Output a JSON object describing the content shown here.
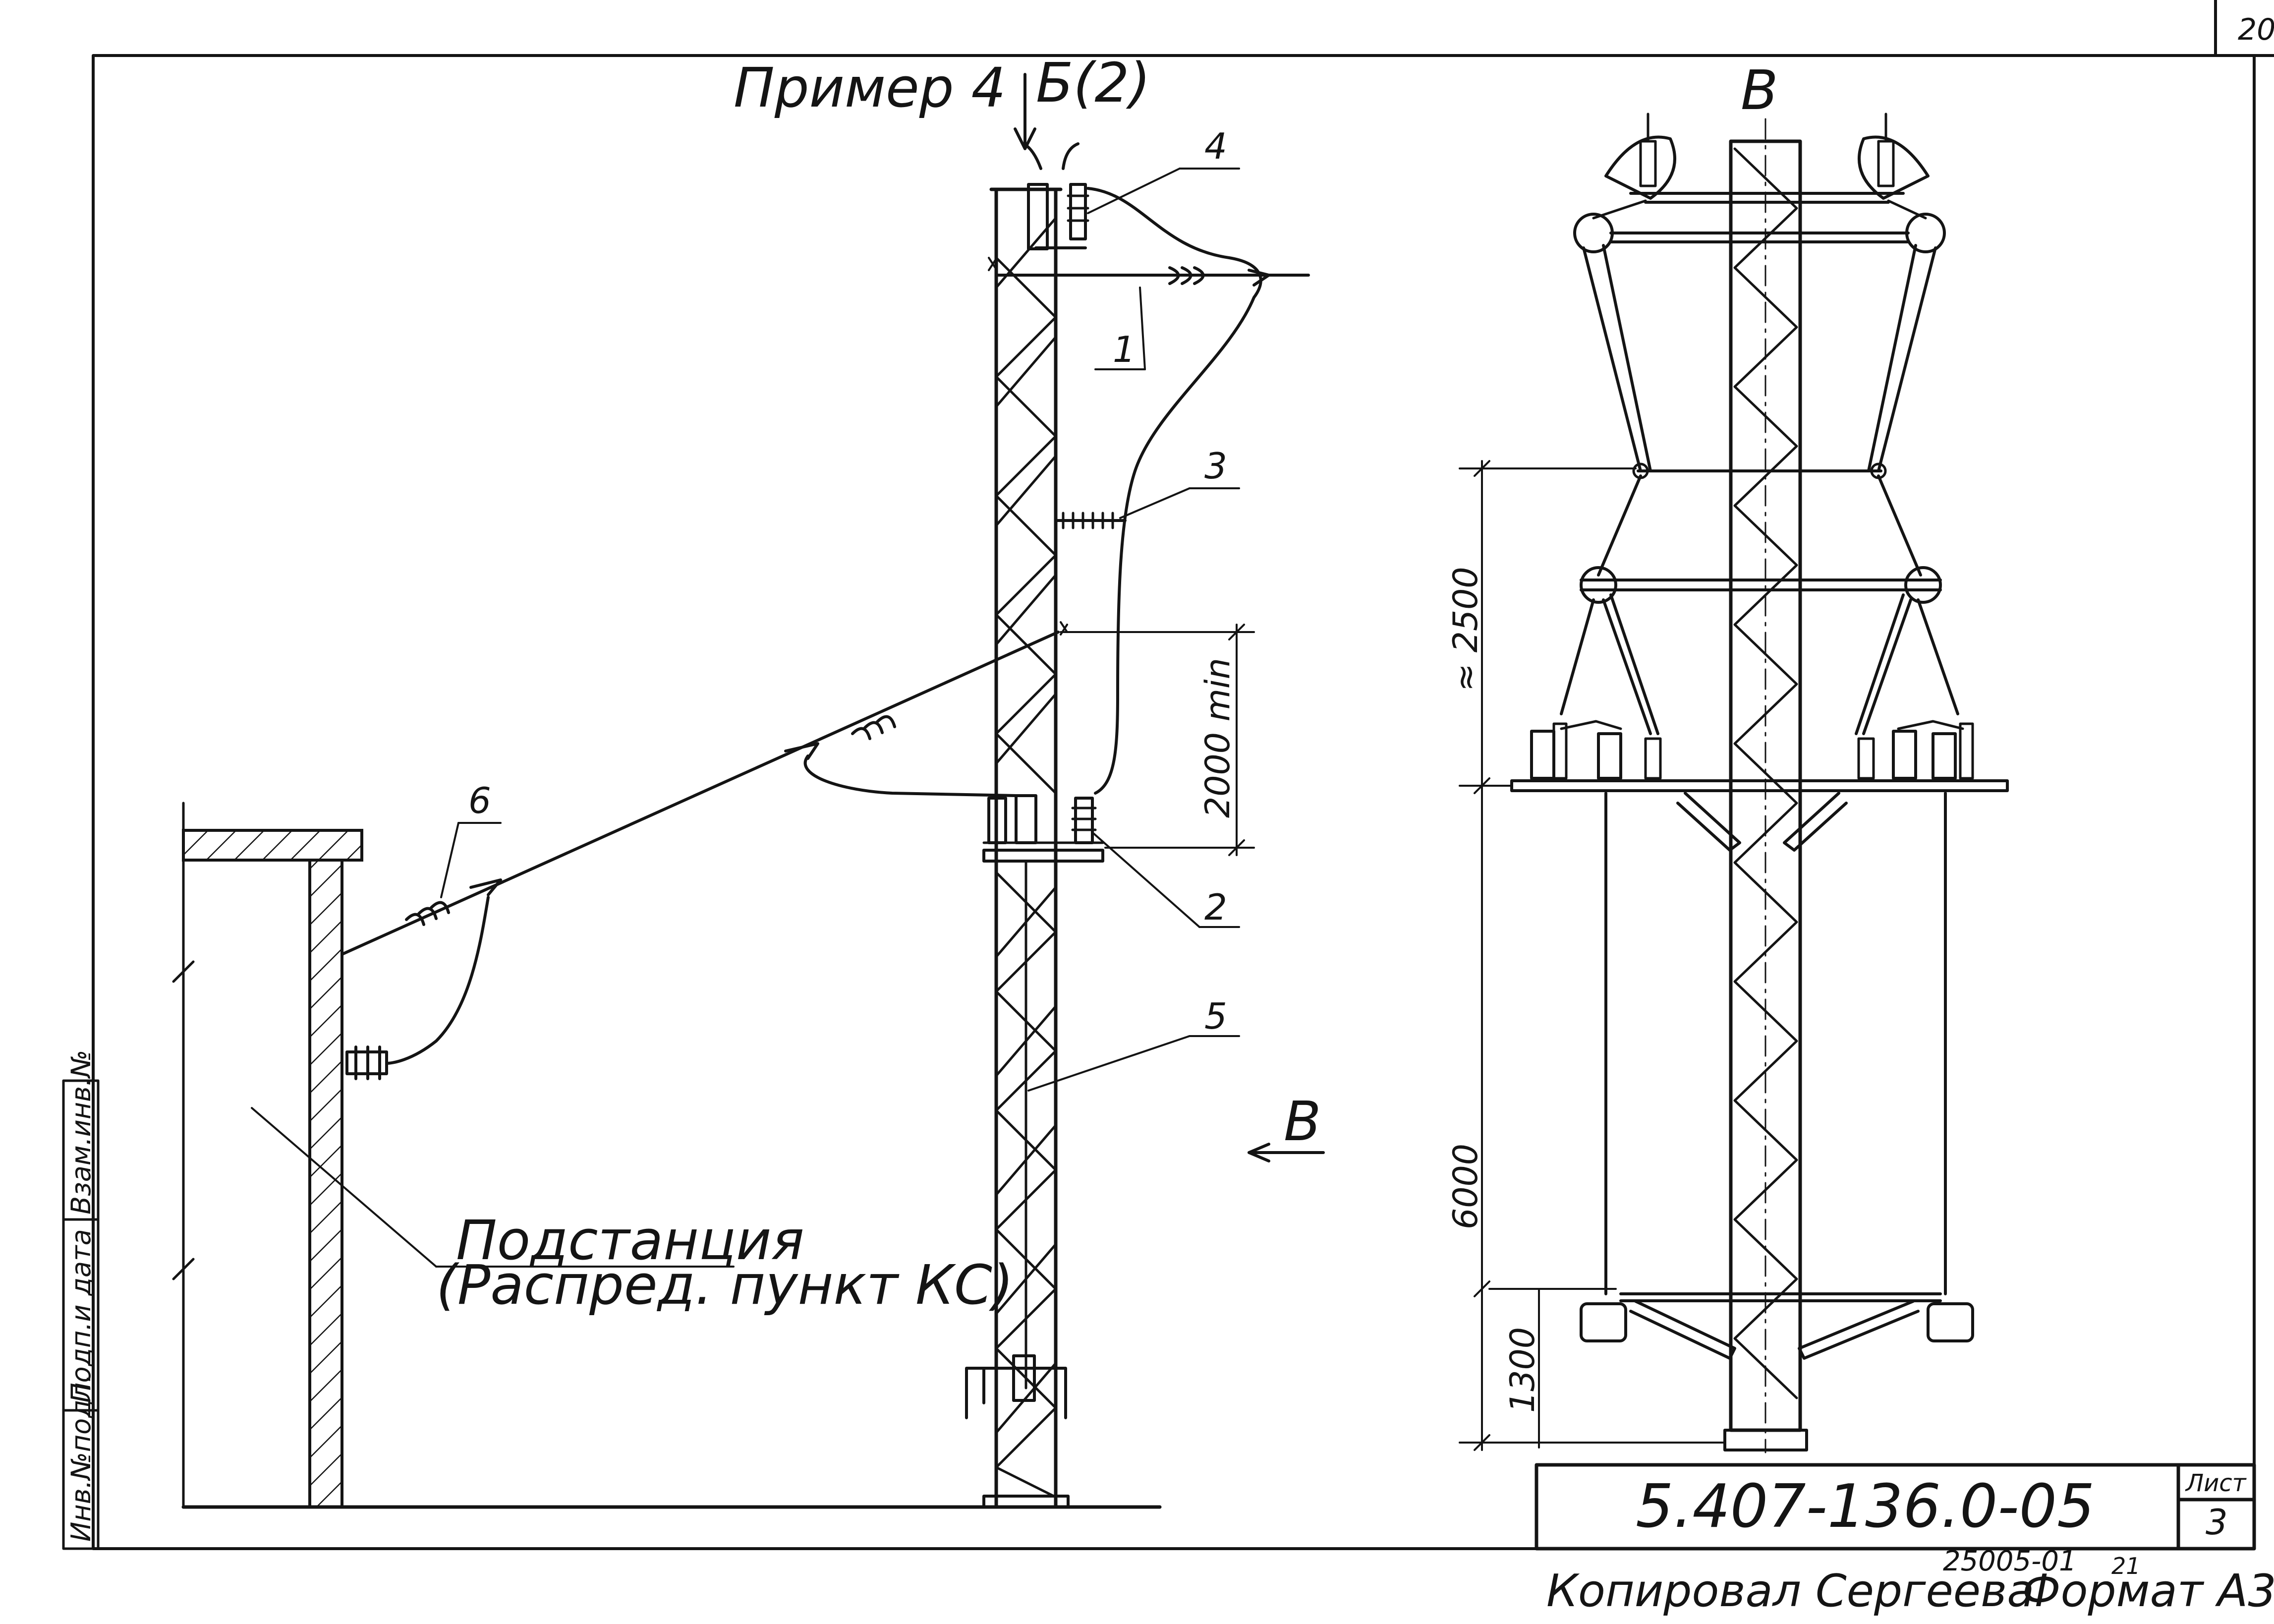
{
  "sheet_corner": "20",
  "example_title": "Пример 4",
  "view_b_label": "Б(2)",
  "view_v_label": "В",
  "view_v_arrow_label": "В",
  "callouts": {
    "c1": "1",
    "c2": "2",
    "c3": "3",
    "c4": "4",
    "c5": "5",
    "c6": "6"
  },
  "substation": {
    "line1": "Подстанция",
    "line2": "(Распред. пункт КС)"
  },
  "dimensions": {
    "left_view": "2000 min",
    "right_top": "≈ 2500",
    "right_mid": "6000",
    "right_bottom": "1300"
  },
  "side_stamp": {
    "col1": "Инв.№подл.",
    "col2": "Подп.и дата",
    "col3": "Взам.инв.№"
  },
  "title_block": {
    "document_code": "5.407-136.0-05",
    "sheet_label": "Лист",
    "sheet_number": "3"
  },
  "footer": {
    "copied_by": "Копировал Сергеева",
    "order_number": "25005-01",
    "order_sub": "21",
    "format": "Формат А3"
  },
  "colors": {
    "ink": "#141414",
    "paper": "#ffffff"
  }
}
